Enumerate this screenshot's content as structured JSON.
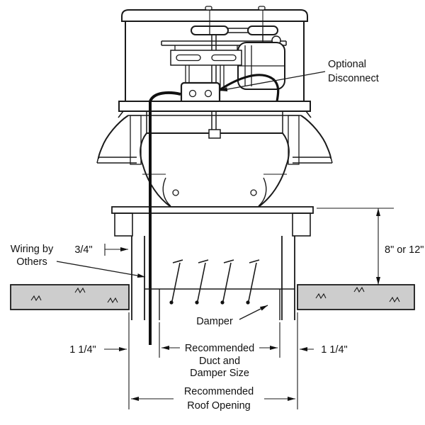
{
  "diagram": {
    "labels": {
      "optional_disconnect": [
        "Optional",
        "Disconnect"
      ],
      "wiring_by_others": [
        "Wiring by",
        "Others"
      ],
      "damper": "Damper",
      "duct_size": [
        "Recommended",
        "Duct and",
        "Damper Size"
      ],
      "roof_opening": [
        "Recommended",
        "Roof Opening"
      ]
    },
    "dimensions": {
      "wiring_offset": "3/4\"",
      "curb_height": "8\" or 12\"",
      "left_clearance": "1 1/4\"",
      "right_clearance": "1 1/4\""
    },
    "colors": {
      "line": "#1a1a1a",
      "text": "#111111",
      "roof_fill": "#cdcdcd",
      "background": "#ffffff"
    }
  }
}
